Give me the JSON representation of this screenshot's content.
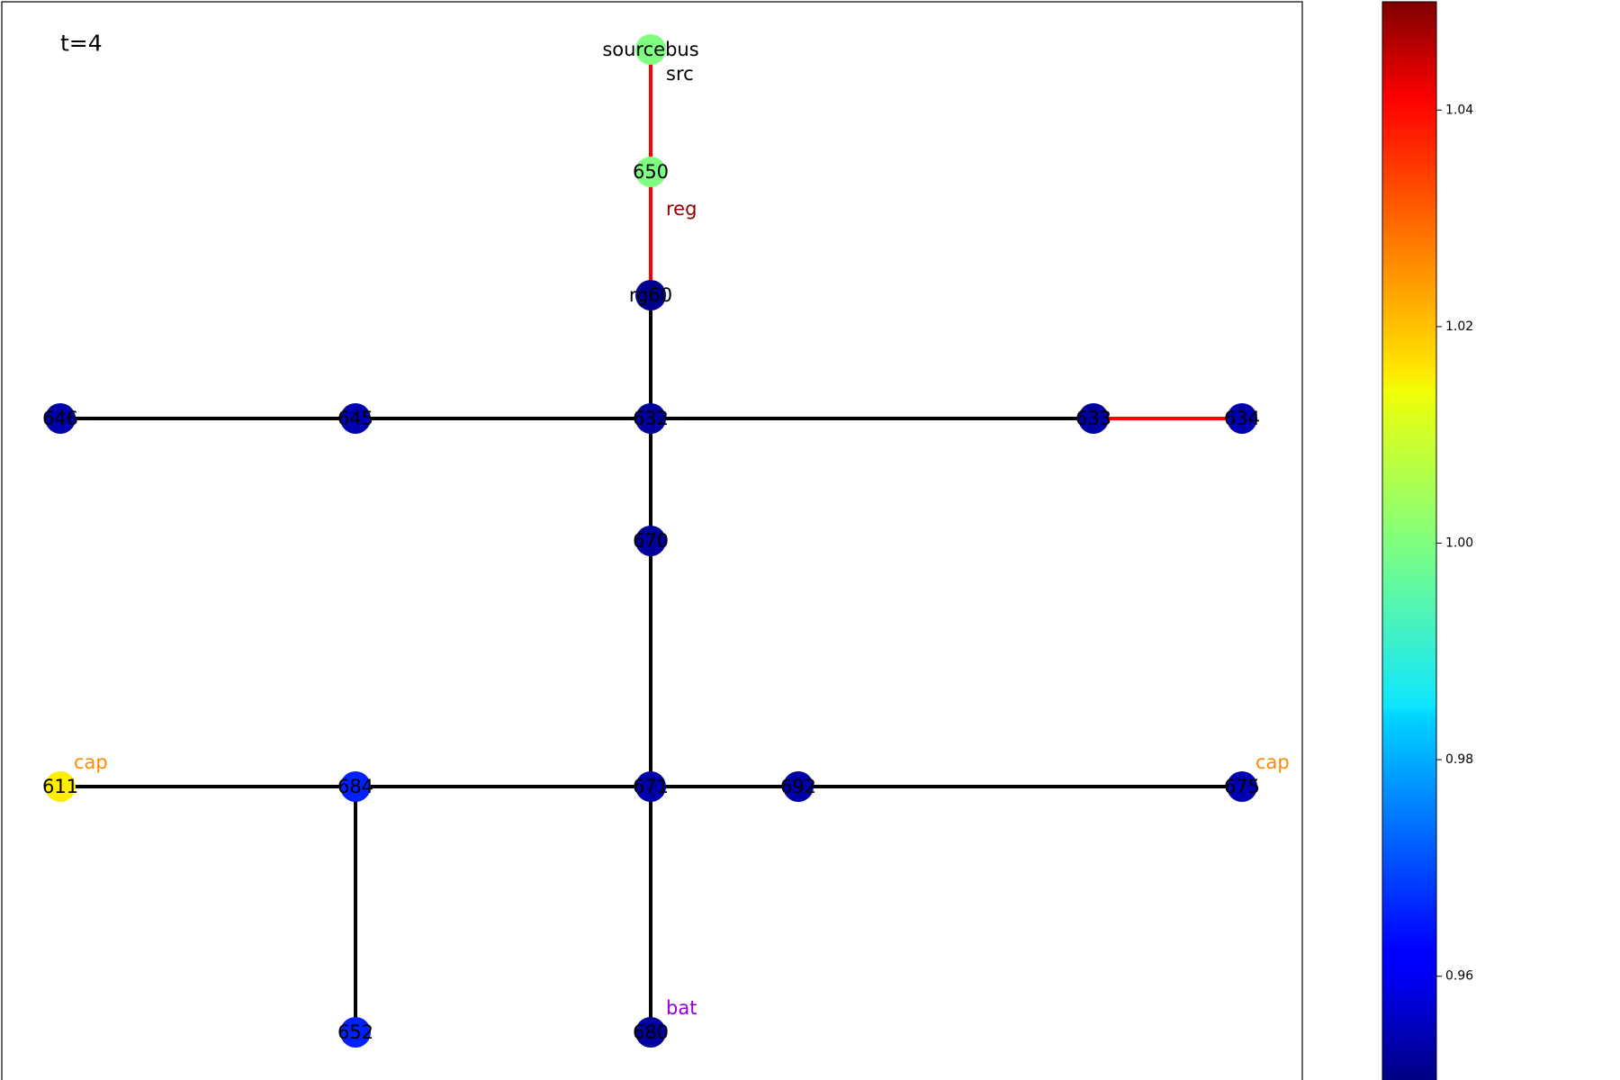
{
  "time_label": "t=4",
  "colorbar": {
    "min": 0.95,
    "max": 1.05,
    "colormap": "jet",
    "ticks": [
      {
        "value": 0.96,
        "label": "0.96"
      },
      {
        "value": 0.98,
        "label": "0.98"
      },
      {
        "value": 1.0,
        "label": "1.00"
      },
      {
        "value": 1.02,
        "label": "1.02"
      },
      {
        "value": 1.04,
        "label": "1.04"
      }
    ]
  },
  "nodes": [
    {
      "id": "sourcebus",
      "label": "sourcebus",
      "color": "#7fff7f"
    },
    {
      "id": "650",
      "label": "650",
      "color": "#7fff7f"
    },
    {
      "id": "rg60",
      "label": "rg60",
      "color": "#00008f"
    },
    {
      "id": "646",
      "label": "646",
      "color": "#0000a8"
    },
    {
      "id": "645",
      "label": "645",
      "color": "#0000b0"
    },
    {
      "id": "632",
      "label": "632",
      "color": "#00009a"
    },
    {
      "id": "633",
      "label": "633",
      "color": "#0000a0"
    },
    {
      "id": "634",
      "label": "634",
      "color": "#0000b0"
    },
    {
      "id": "670",
      "label": "670",
      "color": "#00009a"
    },
    {
      "id": "611",
      "label": "611",
      "color": "#ffee00"
    },
    {
      "id": "684",
      "label": "684",
      "color": "#0020ff"
    },
    {
      "id": "671",
      "label": "671",
      "color": "#0000a8"
    },
    {
      "id": "692",
      "label": "692",
      "color": "#0000a8"
    },
    {
      "id": "675",
      "label": "675",
      "color": "#0000b0"
    },
    {
      "id": "652",
      "label": "652",
      "color": "#0020ff"
    },
    {
      "id": "680",
      "label": "680",
      "color": "#0000a0"
    }
  ],
  "edges": [
    {
      "from": "sourcebus",
      "to": "650",
      "color": "#ff0000"
    },
    {
      "from": "650",
      "to": "rg60",
      "color": "#ff0000"
    },
    {
      "from": "rg60",
      "to": "632",
      "color": "#000000"
    },
    {
      "from": "646",
      "to": "645",
      "color": "#000000"
    },
    {
      "from": "645",
      "to": "632",
      "color": "#000000"
    },
    {
      "from": "632",
      "to": "633",
      "color": "#000000"
    },
    {
      "from": "633",
      "to": "634",
      "color": "#ff0000"
    },
    {
      "from": "632",
      "to": "670",
      "color": "#000000"
    },
    {
      "from": "670",
      "to": "671",
      "color": "#000000"
    },
    {
      "from": "611",
      "to": "684",
      "color": "#000000"
    },
    {
      "from": "684",
      "to": "671",
      "color": "#000000"
    },
    {
      "from": "671",
      "to": "692",
      "color": "#000000"
    },
    {
      "from": "692",
      "to": "675",
      "color": "#000000"
    },
    {
      "from": "684",
      "to": "652",
      "color": "#000000"
    },
    {
      "from": "671",
      "to": "680",
      "color": "#000000"
    }
  ],
  "annotations": [
    {
      "node": "sourcebus",
      "text": "src",
      "color": "#000000"
    },
    {
      "node": "650",
      "text": "reg",
      "color": "#8b0000"
    },
    {
      "node": "611",
      "text": "cap",
      "color": "#ff8c00"
    },
    {
      "node": "675",
      "text": "cap",
      "color": "#ff8c00"
    },
    {
      "node": "680",
      "text": "bat",
      "color": "#9400d3"
    }
  ]
}
